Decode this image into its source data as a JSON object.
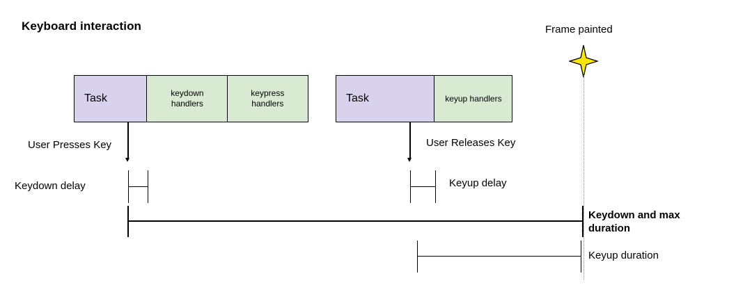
{
  "diagram": {
    "title": "Keyboard interaction",
    "frame_marker": {
      "label": "Frame painted",
      "icon": "four-point-star-icon",
      "star_fill": "#ffe600",
      "star_stroke": "#000000",
      "guide_line_style": "dotted",
      "guide_line_color": "#8a8a8a"
    },
    "colors": {
      "task_fill": "#d9d2ec",
      "handler_fill": "#d9ead3",
      "stroke": "#000000",
      "background": "#ffffff"
    },
    "tracks": [
      {
        "name": "keydown-task-track",
        "cells": [
          {
            "label": "Task",
            "kind": "task"
          },
          {
            "label": "keydown\nhandlers",
            "kind": "handler"
          },
          {
            "label": "keypress\nhandlers",
            "kind": "handler"
          }
        ]
      },
      {
        "name": "keyup-task-track",
        "cells": [
          {
            "label": "Task",
            "kind": "task"
          },
          {
            "label": "keyup handlers",
            "kind": "handler"
          }
        ]
      }
    ],
    "events": [
      {
        "name": "user-presses-key",
        "label": "User Presses Key"
      },
      {
        "name": "user-releases-key",
        "label": "User Releases Key"
      }
    ],
    "measures": [
      {
        "name": "keydown-delay",
        "label": "Keydown delay",
        "bold": false
      },
      {
        "name": "keyup-delay",
        "label": "Keyup delay",
        "bold": false
      },
      {
        "name": "keydown-and-max-duration",
        "label": "Keydown and max duration",
        "bold": true
      },
      {
        "name": "keyup-duration",
        "label": "Keyup duration",
        "bold": false
      }
    ]
  }
}
